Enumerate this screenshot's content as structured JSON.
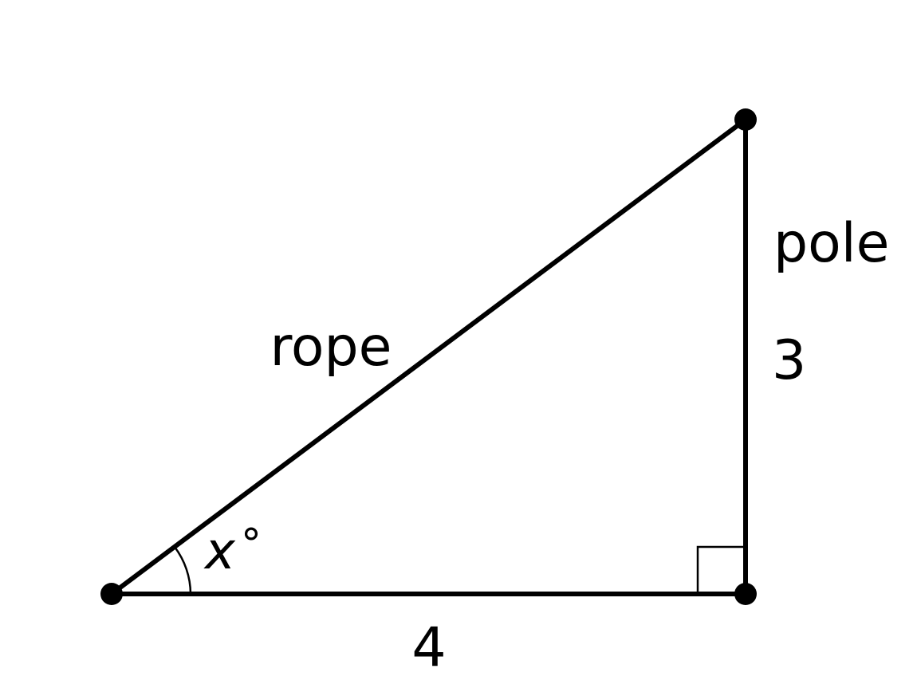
{
  "labels": {
    "hypotenuse": "rope",
    "vertical_side_name": "pole",
    "vertical_side_length": "3",
    "horizontal_side_length": "4",
    "angle_variable": "x",
    "angle_unit": "°"
  },
  "colors": {
    "stroke": "#000000",
    "background": "#ffffff"
  }
}
